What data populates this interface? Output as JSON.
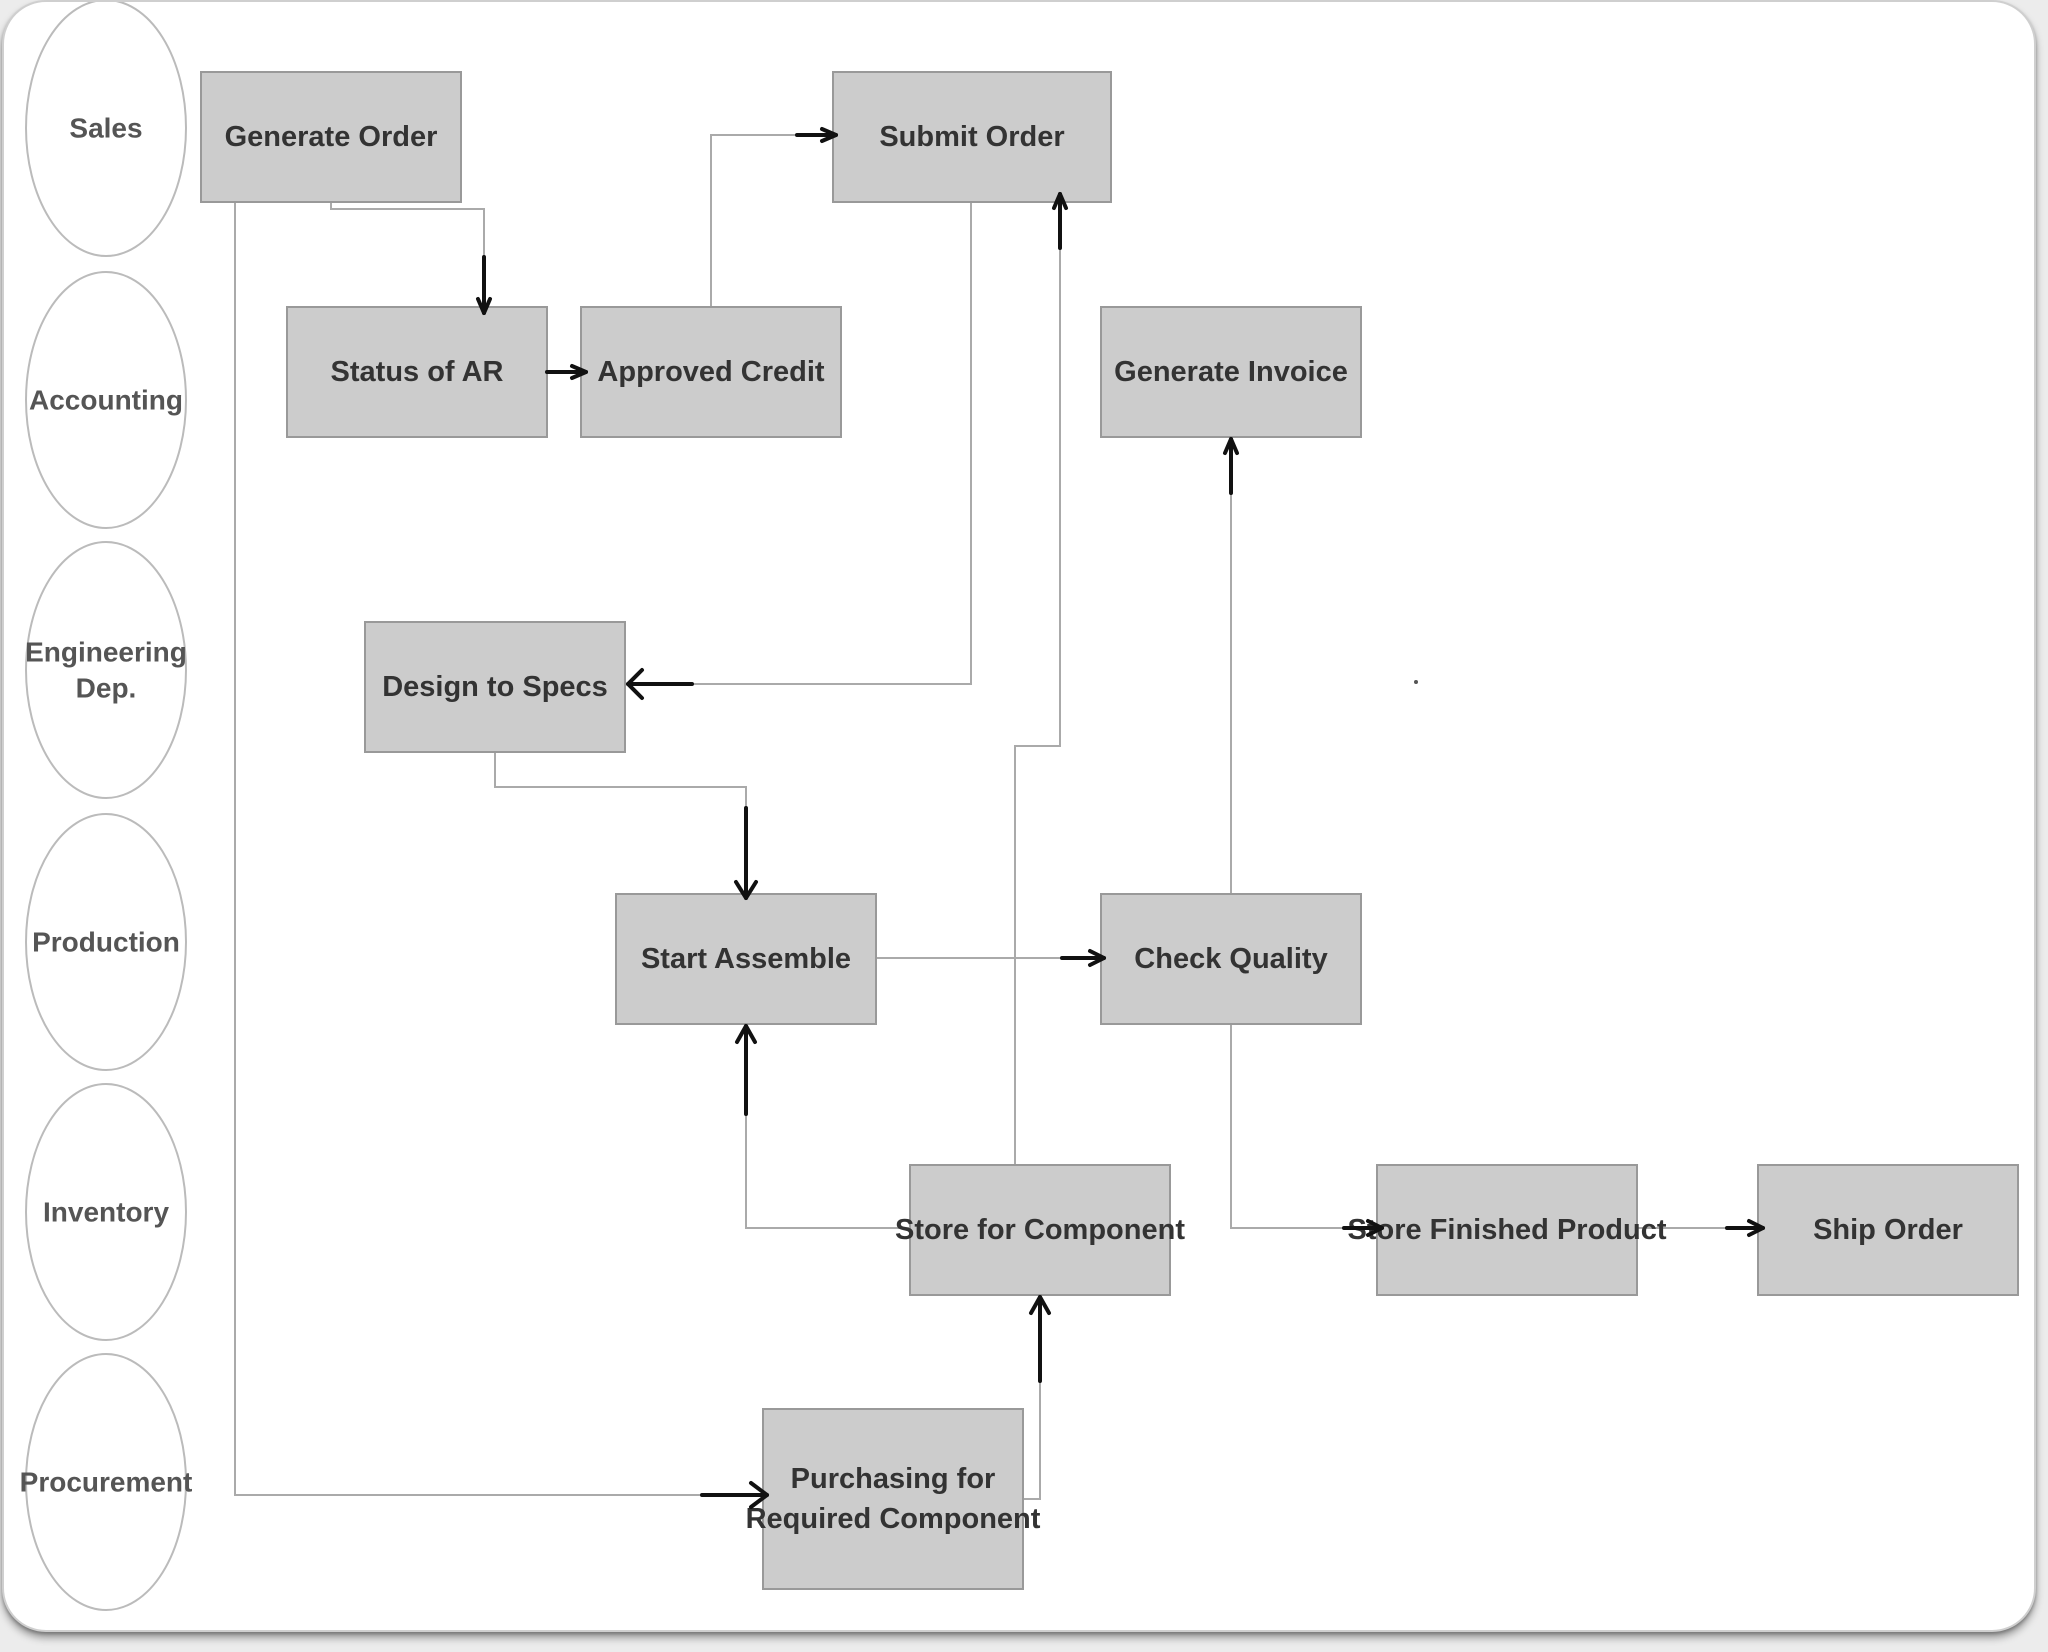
{
  "lanes": [
    {
      "id": "sales",
      "lines": [
        "Sales"
      ]
    },
    {
      "id": "accounting",
      "lines": [
        "Accounting"
      ]
    },
    {
      "id": "engineering",
      "lines": [
        "Engineering",
        "Dep."
      ]
    },
    {
      "id": "production",
      "lines": [
        "Production"
      ]
    },
    {
      "id": "inventory",
      "lines": [
        "Inventory"
      ]
    },
    {
      "id": "procurement",
      "lines": [
        "Procurement"
      ]
    }
  ],
  "boxes": [
    {
      "id": "generate-order",
      "lines": [
        "Generate Order"
      ]
    },
    {
      "id": "submit-order",
      "lines": [
        "Submit Order"
      ]
    },
    {
      "id": "status-of-ar",
      "lines": [
        "Status of AR"
      ]
    },
    {
      "id": "approved-credit",
      "lines": [
        "Approved Credit"
      ]
    },
    {
      "id": "generate-invoice",
      "lines": [
        "Generate Invoice"
      ]
    },
    {
      "id": "design-to-specs",
      "lines": [
        "Design to Specs"
      ]
    },
    {
      "id": "start-assemble",
      "lines": [
        "Start Assemble"
      ]
    },
    {
      "id": "check-quality",
      "lines": [
        "Check Quality"
      ]
    },
    {
      "id": "store-for-component",
      "lines": [
        "Store for Component"
      ]
    },
    {
      "id": "store-finished-product",
      "lines": [
        "Store Finished Product"
      ]
    },
    {
      "id": "ship-order",
      "lines": [
        "Ship  Order"
      ]
    },
    {
      "id": "purchasing",
      "lines": [
        "Purchasing for",
        "Required Component"
      ]
    }
  ],
  "connections": [
    {
      "from": "generate-order",
      "to": "status-of-ar"
    },
    {
      "from": "status-of-ar",
      "to": "approved-credit"
    },
    {
      "from": "approved-credit",
      "to": "submit-order"
    },
    {
      "from": "submit-order",
      "to": "design-to-specs"
    },
    {
      "from": "design-to-specs",
      "to": "start-assemble"
    },
    {
      "from": "start-assemble",
      "to": "check-quality"
    },
    {
      "from": "check-quality",
      "to": "generate-invoice"
    },
    {
      "from": "check-quality",
      "to": "store-finished-product"
    },
    {
      "from": "store-finished-product",
      "to": "ship-order"
    },
    {
      "from": "store-for-component",
      "to": "start-assemble"
    },
    {
      "from": "store-for-component",
      "to": "submit-order"
    },
    {
      "from": "purchasing",
      "to": "store-for-component"
    },
    {
      "from": "generate-order",
      "to": "purchasing"
    }
  ],
  "colors": {
    "box_fill": "#cccccc",
    "box_stroke": "#999999",
    "connector": "#aaaaaa",
    "arrowhead": "#111111"
  }
}
